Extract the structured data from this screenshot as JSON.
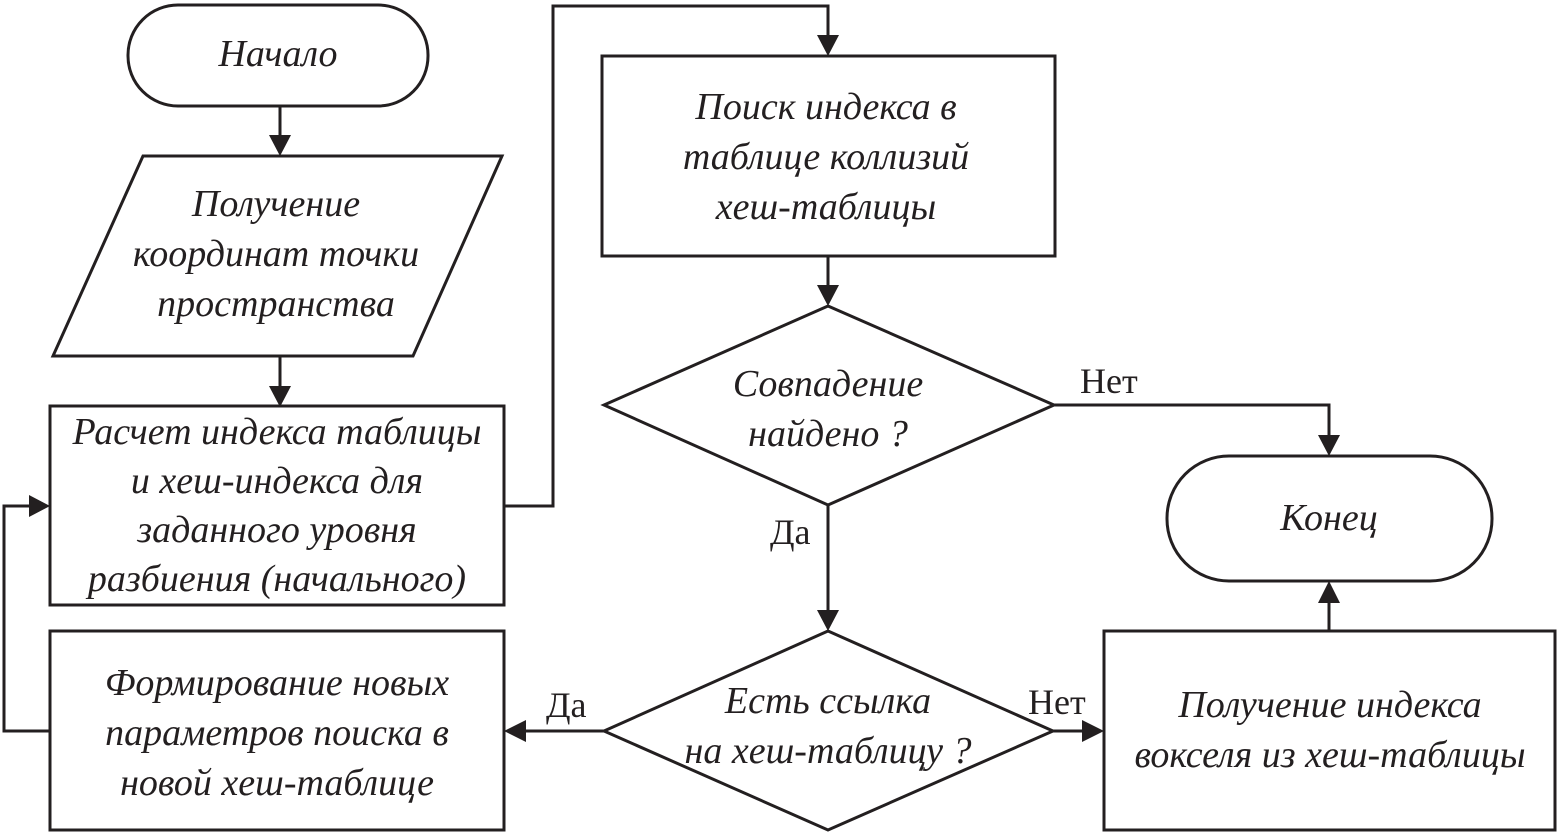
{
  "diagram": {
    "type": "flowchart",
    "colors": {
      "stroke": "#231f20",
      "fill": "#ffffff",
      "text": "#231f20"
    },
    "nodes": {
      "start": {
        "kind": "terminal",
        "lines": [
          "Начало"
        ]
      },
      "input": {
        "kind": "io",
        "lines": [
          "Получение",
          "координат точки",
          "пространства"
        ]
      },
      "calc": {
        "kind": "process",
        "lines": [
          "Расчет индекса таблицы",
          "и хеш-индекса для",
          "заданного уровня",
          "разбиения (начального)"
        ]
      },
      "form": {
        "kind": "process",
        "lines": [
          "Формирование новых",
          "параметров поиска в",
          "новой хеш-таблице"
        ]
      },
      "search": {
        "kind": "process",
        "lines": [
          "Поиск индекса в",
          "таблице коллизий",
          "хеш-таблицы"
        ]
      },
      "match": {
        "kind": "decision",
        "lines": [
          "Совпадение",
          "найдено ?"
        ]
      },
      "link": {
        "kind": "decision",
        "lines": [
          "Есть ссылка",
          "на хеш-таблицу ?"
        ]
      },
      "end": {
        "kind": "terminal",
        "lines": [
          "Конец"
        ]
      },
      "voxel": {
        "kind": "process",
        "lines": [
          "Получение индекса",
          "вокселя из хеш-таблицы"
        ]
      }
    },
    "edges": [
      {
        "from": "start",
        "to": "input",
        "label": ""
      },
      {
        "from": "input",
        "to": "calc",
        "label": ""
      },
      {
        "from": "calc",
        "to": "search",
        "label": ""
      },
      {
        "from": "search",
        "to": "match",
        "label": ""
      },
      {
        "from": "match",
        "to": "end",
        "label": "Нет"
      },
      {
        "from": "match",
        "to": "link",
        "label": "Да"
      },
      {
        "from": "link",
        "to": "form",
        "label": "Да"
      },
      {
        "from": "link",
        "to": "voxel",
        "label": "Нет"
      },
      {
        "from": "voxel",
        "to": "end",
        "label": ""
      },
      {
        "from": "form",
        "to": "calc",
        "label": ""
      }
    ]
  }
}
